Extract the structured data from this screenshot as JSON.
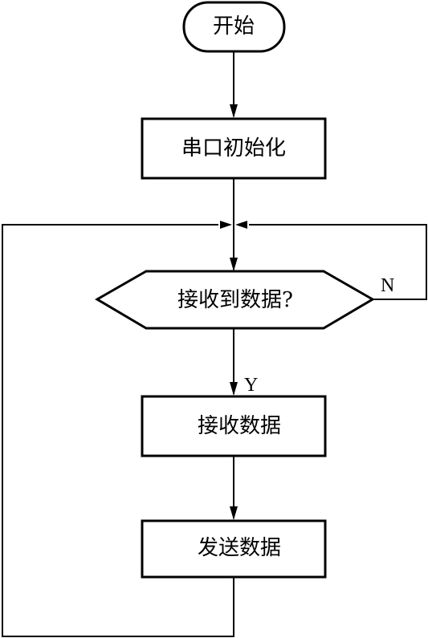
{
  "flowchart": {
    "start": "开始",
    "init_serial": "串口初始化",
    "decision": "接收到数据?",
    "receive": "接收数据",
    "send": "发送数据",
    "label_no": "N",
    "label_yes": "Y"
  }
}
